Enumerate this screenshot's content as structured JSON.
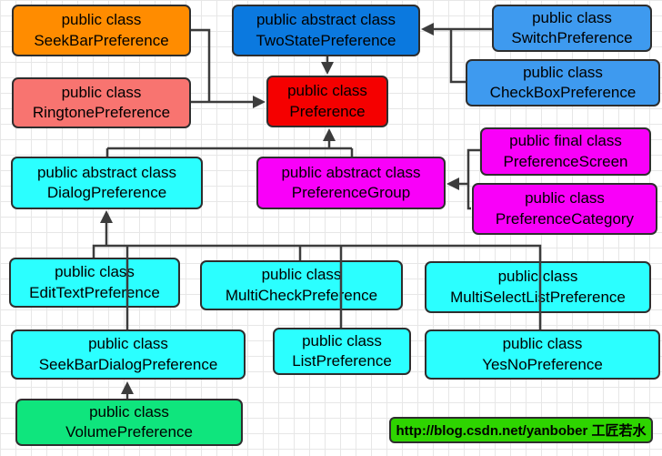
{
  "diagram": {
    "title": "Android Preference class hierarchy diagram",
    "nodes": [
      {
        "id": "seekbar-preference",
        "line1": "public class",
        "line2": "SeekBarPreference",
        "color": "#FF8C00"
      },
      {
        "id": "two-state-preference",
        "line1": "public abstract class",
        "line2": "TwoStatePreference",
        "color": "#0B79DF"
      },
      {
        "id": "switch-preference",
        "line1": "public class",
        "line2": "SwitchPreference",
        "color": "#3E9AEF"
      },
      {
        "id": "ringtone-preference",
        "line1": "public class",
        "line2": "RingtonePreference",
        "color": "#F87470"
      },
      {
        "id": "preference",
        "line1": "public class",
        "line2": "Preference",
        "color": "#F50000"
      },
      {
        "id": "checkbox-preference",
        "line1": "public class",
        "line2": "CheckBoxPreference",
        "color": "#3E9AEF"
      },
      {
        "id": "dialog-preference",
        "line1": "public abstract class",
        "line2": "DialogPreference",
        "color": "#2BFFFF"
      },
      {
        "id": "preference-group",
        "line1": "public abstract class",
        "line2": "PreferenceGroup",
        "color": "#F900F9"
      },
      {
        "id": "preference-screen",
        "line1": "public final class",
        "line2": "PreferenceScreen",
        "color": "#F900F9"
      },
      {
        "id": "preference-category",
        "line1": "public class",
        "line2": "PreferenceCategory",
        "color": "#F900F9"
      },
      {
        "id": "edittext-preference",
        "line1": "public class",
        "line2": "EditTextPreference",
        "color": "#2BFFFF"
      },
      {
        "id": "multicheck-preference",
        "line1": "public class",
        "line2": "MultiCheckPreference",
        "color": "#2BFFFF"
      },
      {
        "id": "multiselectlist-preference",
        "line1": "public class",
        "line2": "MultiSelectListPreference",
        "color": "#2BFFFF"
      },
      {
        "id": "seekbardialog-preference",
        "line1": "public class",
        "line2": "SeekBarDialogPreference",
        "color": "#2BFFFF"
      },
      {
        "id": "list-preference",
        "line1": "public class",
        "line2": "ListPreference",
        "color": "#2BFFFF"
      },
      {
        "id": "yesno-preference",
        "line1": "public class",
        "line2": "YesNoPreference",
        "color": "#2BFFFF"
      },
      {
        "id": "volume-preference",
        "line1": "public class",
        "line2": "VolumePreference",
        "color": "#0FE57D"
      }
    ],
    "watermark": {
      "text": "http://blog.csdn.net/yanbober  工匠若水",
      "color": "#2ED500"
    },
    "colors": {
      "border": "#2E2E2E",
      "connector_line": "#3C3C3C",
      "text": "#000000",
      "grid": "#E7E7E7",
      "background": "#FFFFFF"
    }
  }
}
